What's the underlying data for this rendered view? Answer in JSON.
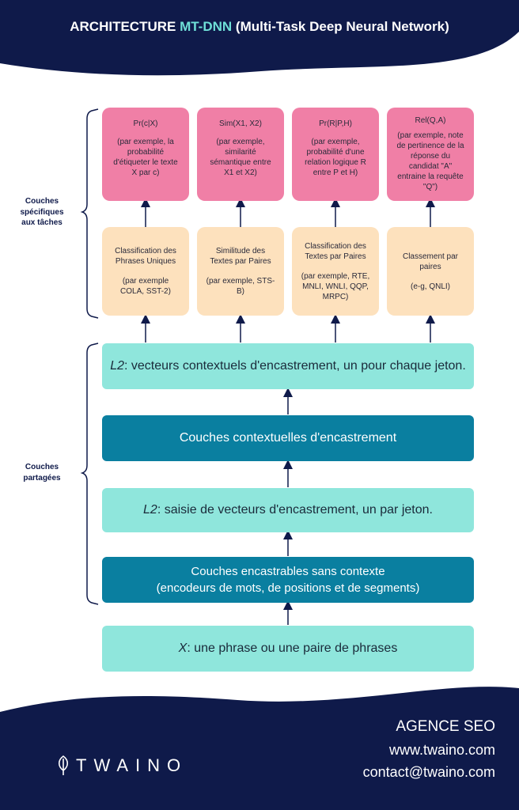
{
  "title": {
    "prefix": "ARCHITECTURE ",
    "highlight": "MT-DNN",
    "suffix": " (Multi-Task Deep Neural Network)"
  },
  "side_labels": {
    "specific": "Couches spécifiques aux tâches",
    "shared": "Couches partagées"
  },
  "output_boxes": [
    {
      "head": "Pr(c|X)",
      "body": "(par exemple, la probabilité d'étiqueter le texte X par c)"
    },
    {
      "head": "Sim(X1, X2)",
      "body": "(par exemple, similarité sémantique entre X1 et X2)"
    },
    {
      "head": "Pr(R|P,H)",
      "body": "(par exemple, probabilité d'une relation logique R entre P et H)"
    },
    {
      "head": "Rel(Q,A)",
      "body": "(par exemple, note de pertinence de la réponse du candidat \"A\" entraine la requête \"Q\")"
    }
  ],
  "task_boxes": [
    {
      "head": "Classification des Phrases Uniques",
      "body": "(par exemple COLA, SST-2)"
    },
    {
      "head": "Similitude des Textes par Paires",
      "body": "(par exemple, STS-B)"
    },
    {
      "head": "Classification des Textes par Paires",
      "body": "(par exemple, RTE, MNLI, WNLI, QQP, MRPC)"
    },
    {
      "head": "Classement par paires",
      "body": "(e-g, QNLI)"
    }
  ],
  "shared_layers": {
    "l2_context": {
      "var": "L2",
      "text": ": vecteurs contextuels d'encastrement, un pour chaque jeton."
    },
    "context_layers": "Couches contextuelles d'encastrement",
    "l1_input": {
      "var": "L2",
      "text": ": saisie de vecteurs d'encastrement, un par jeton."
    },
    "embed_layers": {
      "line1": "Couches encastrables sans contexte",
      "line2": "(encodeurs de mots, de positions et de segments)"
    },
    "input": {
      "var": "X",
      "text": ": une phrase ou une paire de phrases"
    }
  },
  "footer": {
    "brand": "TWAINO",
    "agency": "AGENCE SEO",
    "website": "www.twaino.com",
    "email": "contact@twaino.com"
  },
  "colors": {
    "navy": "#0f1a4a",
    "pink": "#f07fa6",
    "peach": "#fde1bd",
    "mint": "#8fe6dc",
    "teal": "#0a7fa0",
    "accent": "#6fe0d8"
  }
}
